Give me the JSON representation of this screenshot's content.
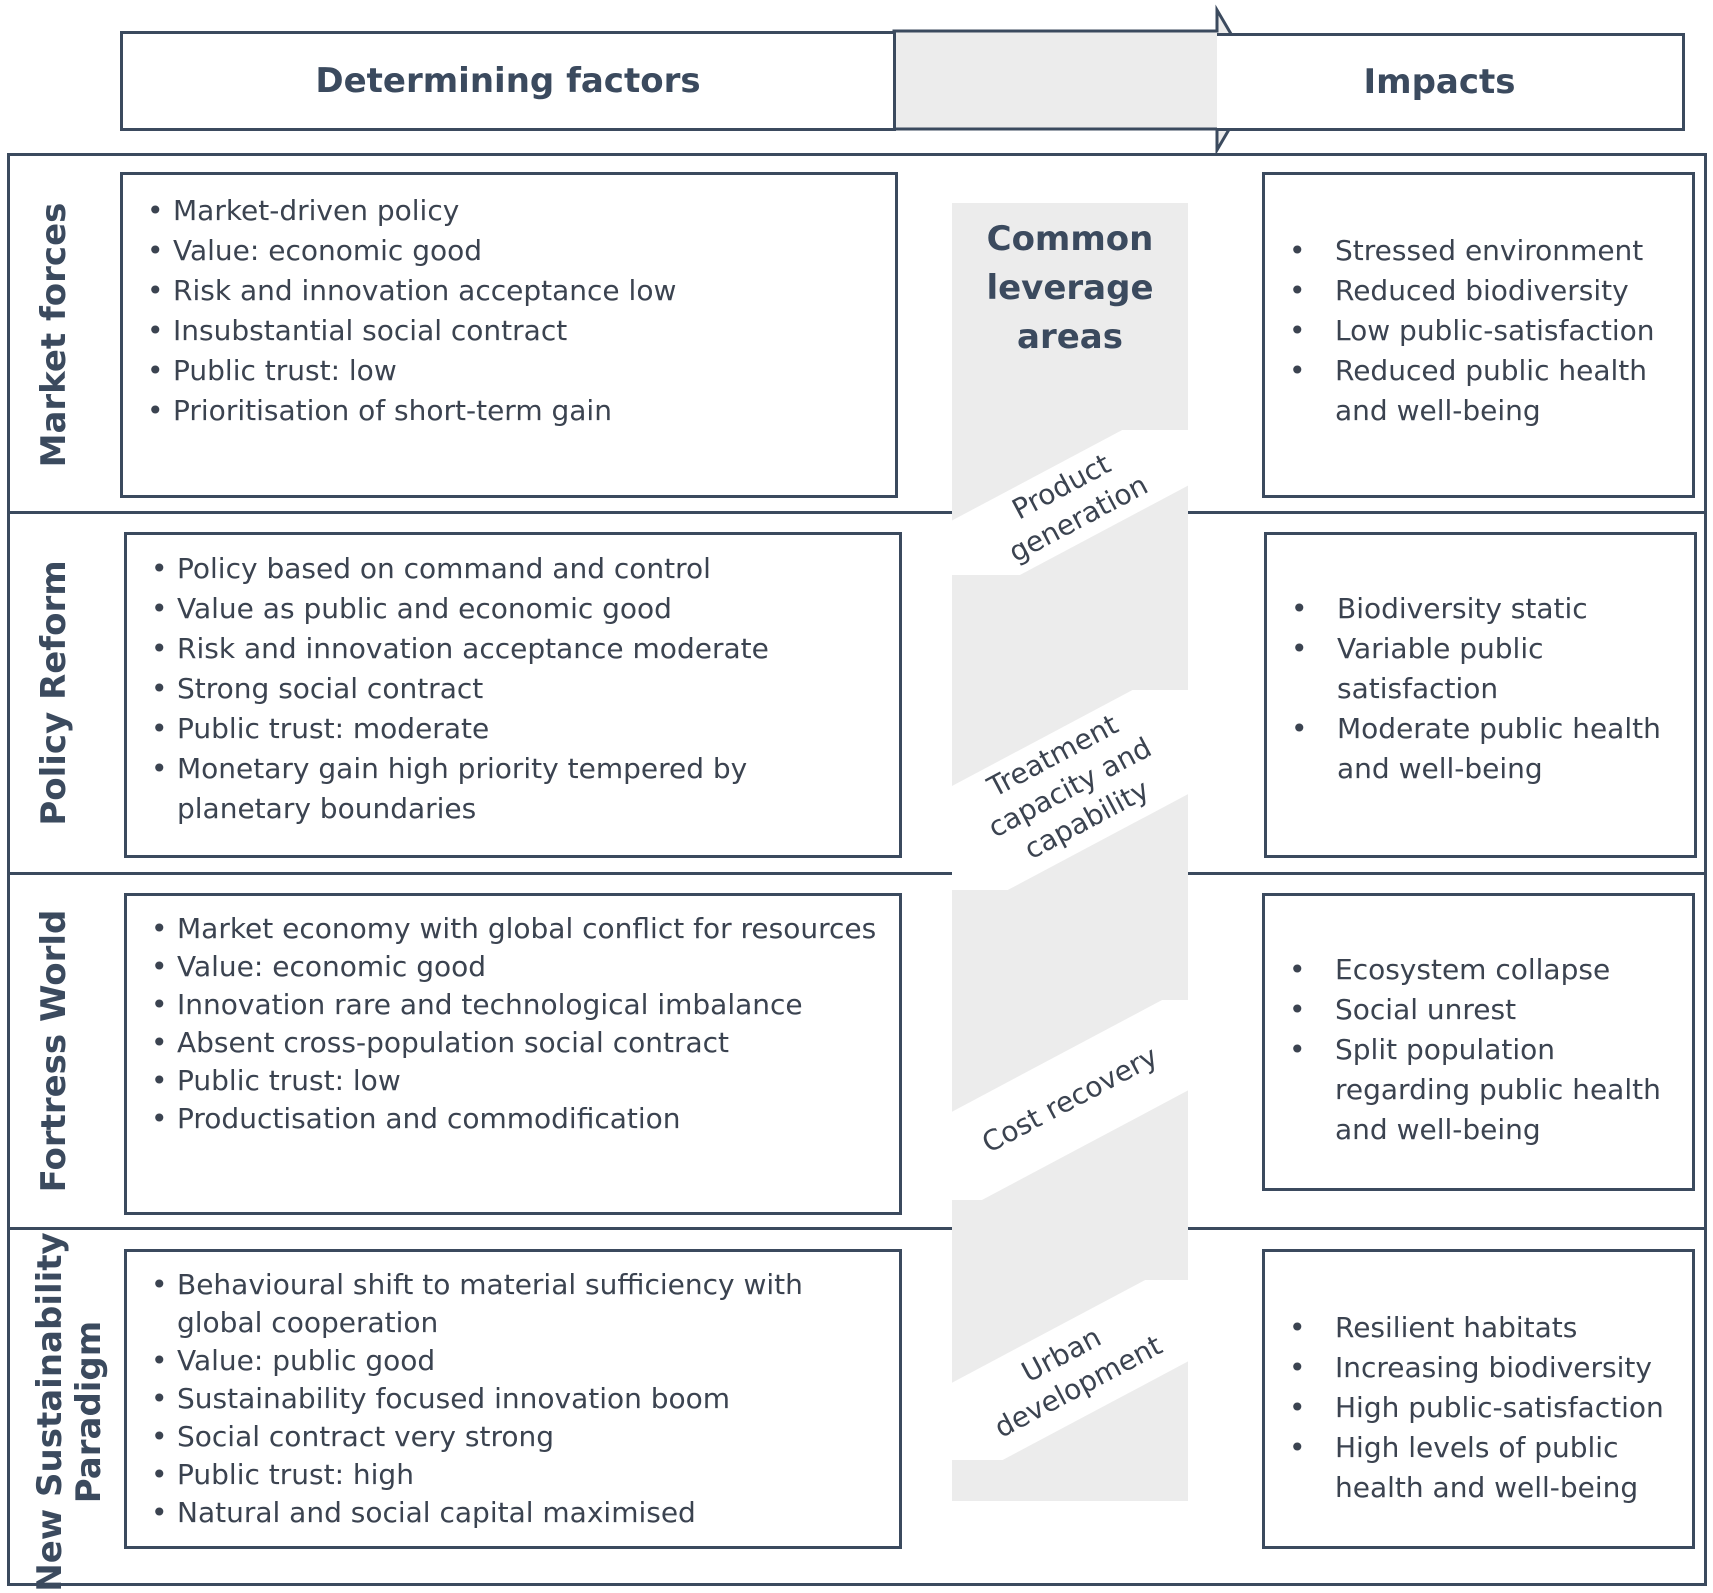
{
  "header": {
    "left_title": "Determining factors",
    "right_title": "Impacts"
  },
  "common": {
    "title_line1": "Common",
    "title_line2": "leverage",
    "title_line3": "areas",
    "areas": [
      {
        "line1": "Product",
        "line2": "generation",
        "line3": ""
      },
      {
        "line1": "Treatment",
        "line2": "capacity and",
        "line3": "capability"
      },
      {
        "line1": "Cost recovery",
        "line2": "",
        "line3": ""
      },
      {
        "line1": "Urban",
        "line2": "development",
        "line3": ""
      }
    ]
  },
  "rows": [
    {
      "label_line1": "Market forces",
      "label_line2": "",
      "factors": [
        "Market-driven policy",
        "Value: economic good",
        "Risk and innovation acceptance low",
        "Insubstantial social contract",
        "Public trust: low",
        "Prioritisation of short-term gain"
      ],
      "impacts": [
        "Stressed environment",
        "Reduced biodiversity",
        "Low public-satisfaction",
        "Reduced public health and well-being"
      ]
    },
    {
      "label_line1": "Policy Reform",
      "label_line2": "",
      "factors": [
        "Policy based on command and control",
        "Value as public and economic good",
        "Risk and innovation acceptance moderate",
        "Strong social contract",
        "Public trust: moderate",
        "Monetary gain high priority tempered by planetary boundaries"
      ],
      "impacts": [
        "Biodiversity static",
        "Variable public satisfaction",
        "Moderate public health and well-being"
      ]
    },
    {
      "label_line1": "Fortress World",
      "label_line2": "",
      "factors": [
        "Market economy with global conflict for resources",
        "Value: economic good",
        "Innovation rare and technological imbalance",
        "Absent cross-population social contract",
        "Public trust: low",
        "Productisation and commodification"
      ],
      "impacts": [
        "Ecosystem collapse",
        "Social unrest",
        "Split population regarding public health and well-being"
      ]
    },
    {
      "label_line1": "New Sustainability",
      "label_line2": "Paradigm",
      "factors": [
        "Behavioural shift to material sufficiency with global cooperation",
        "Value: public good",
        "Sustainability focused innovation boom",
        "Social contract very strong",
        "Public trust: high",
        "Natural and social capital maximised"
      ],
      "impacts": [
        "Resilient habitats",
        "Increasing biodiversity",
        "High public-satisfaction",
        "High levels of public health and well-being"
      ]
    }
  ]
}
